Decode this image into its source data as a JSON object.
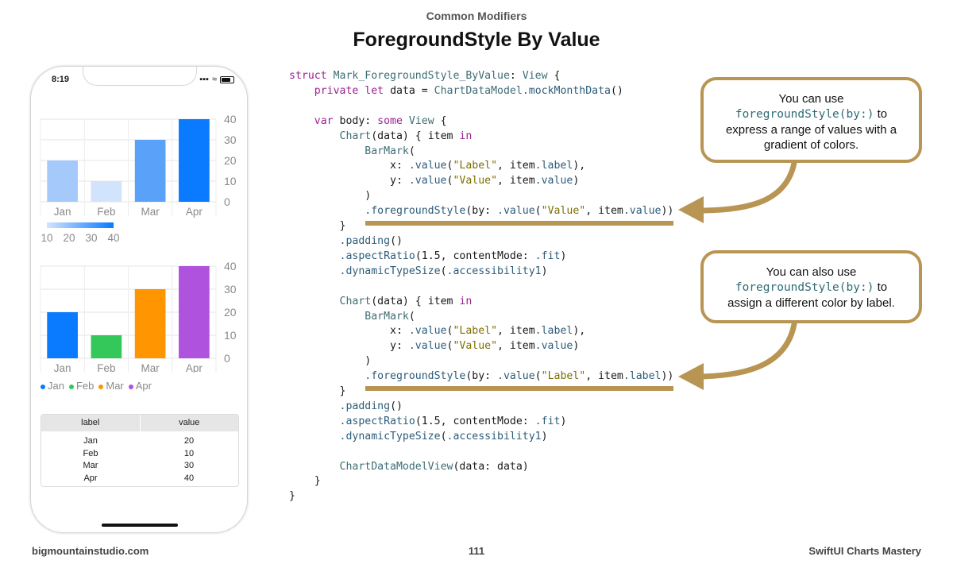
{
  "section": "Common Modifiers",
  "title": "ForegroundStyle By Value",
  "phone": {
    "time": "8:19",
    "chart1": {
      "yticks": [
        "40",
        "30",
        "20",
        "10",
        "0"
      ],
      "months": [
        "Jan",
        "Feb",
        "Mar",
        "Apr"
      ],
      "gradient_ticks": [
        "10",
        "20",
        "30",
        "40"
      ]
    },
    "chart2": {
      "yticks": [
        "40",
        "30",
        "20",
        "10",
        "0"
      ],
      "months": [
        "Jan",
        "Feb",
        "Mar",
        "Apr"
      ],
      "legend": [
        "Jan",
        "Feb",
        "Mar",
        "Apr"
      ]
    },
    "table": {
      "headers": [
        "label",
        "value"
      ],
      "rows": [
        [
          "Jan",
          "20"
        ],
        [
          "Feb",
          "10"
        ],
        [
          "Mar",
          "30"
        ],
        [
          "Apr",
          "40"
        ]
      ]
    }
  },
  "chart_data": [
    {
      "type": "bar",
      "categories": [
        "Jan",
        "Feb",
        "Mar",
        "Apr"
      ],
      "values": [
        20,
        10,
        30,
        40
      ],
      "ylim": [
        0,
        40
      ],
      "color_scale": "gradient by value",
      "legend": [
        "10",
        "20",
        "30",
        "40"
      ],
      "colors": [
        "#a6c9fb",
        "#d2e4fd",
        "#5aa1fa",
        "#0a7aff"
      ]
    },
    {
      "type": "bar",
      "categories": [
        "Jan",
        "Feb",
        "Mar",
        "Apr"
      ],
      "values": [
        20,
        10,
        30,
        40
      ],
      "ylim": [
        0,
        40
      ],
      "color_scale": "by label",
      "legend": [
        "Jan",
        "Feb",
        "Mar",
        "Apr"
      ],
      "colors": [
        "#0a7aff",
        "#34c759",
        "#ff9500",
        "#af52de"
      ]
    }
  ],
  "code_lines": [
    "struct Mark_ForegroundStyle_ByValue: View {",
    "    private let data = ChartDataModel.mockMonthData()",
    "",
    "    var body: some View {",
    "        Chart(data) { item in",
    "            BarMark(",
    "                x: .value(\"Label\", item.label),",
    "                y: .value(\"Value\", item.value)",
    "            )",
    "            .foregroundStyle(by: .value(\"Value\", item.value))",
    "        }",
    "        .padding()",
    "        .aspectRatio(1.5, contentMode: .fit)",
    "        .dynamicTypeSize(.accessibility1)",
    "",
    "        Chart(data) { item in",
    "            BarMark(",
    "                x: .value(\"Label\", item.label),",
    "                y: .value(\"Value\", item.value)",
    "            )",
    "            .foregroundStyle(by: .value(\"Label\", item.label))",
    "        }",
    "        .padding()",
    "        .aspectRatio(1.5, contentMode: .fit)",
    "        .dynamicTypeSize(.accessibility1)",
    "",
    "        ChartDataModelView(data: data)",
    "    }",
    "}"
  ],
  "callout1": {
    "line1": "You can use",
    "code": "foregroundStyle(by:)",
    "line2": " to",
    "line3": "express a range of values with a",
    "line4": "gradient of colors."
  },
  "callout2": {
    "line1": "You can also use",
    "code": "foregroundStyle(by:)",
    "line2": " to",
    "line3": "assign a different color by label."
  },
  "footer": {
    "left": "bigmountainstudio.com",
    "center": "111",
    "right": "SwiftUI Charts Mastery"
  },
  "accent_color": "#b89553"
}
